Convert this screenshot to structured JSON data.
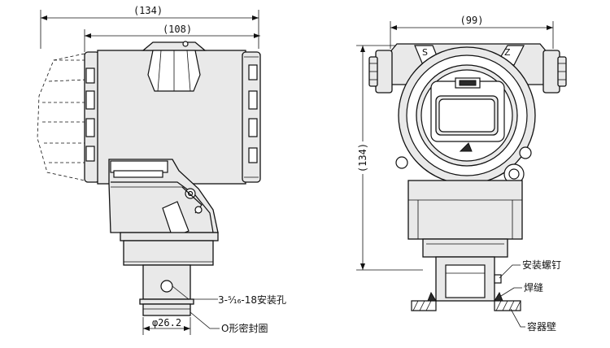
{
  "dimensions": {
    "overall_width": "(134)",
    "housing_width": "(108)",
    "side_width": "(99)",
    "overall_height": "(134)",
    "diameter": "φ26.2"
  },
  "callouts": {
    "mount_screw": "安装螺钉",
    "weld": "焊缝",
    "vessel_wall": "容器壁",
    "holes": "3-⁵⁄₁₆-18安装孔",
    "oring": "O形密封圈"
  },
  "housing_marks": {
    "left_mark": "S",
    "right_mark": "Z"
  }
}
